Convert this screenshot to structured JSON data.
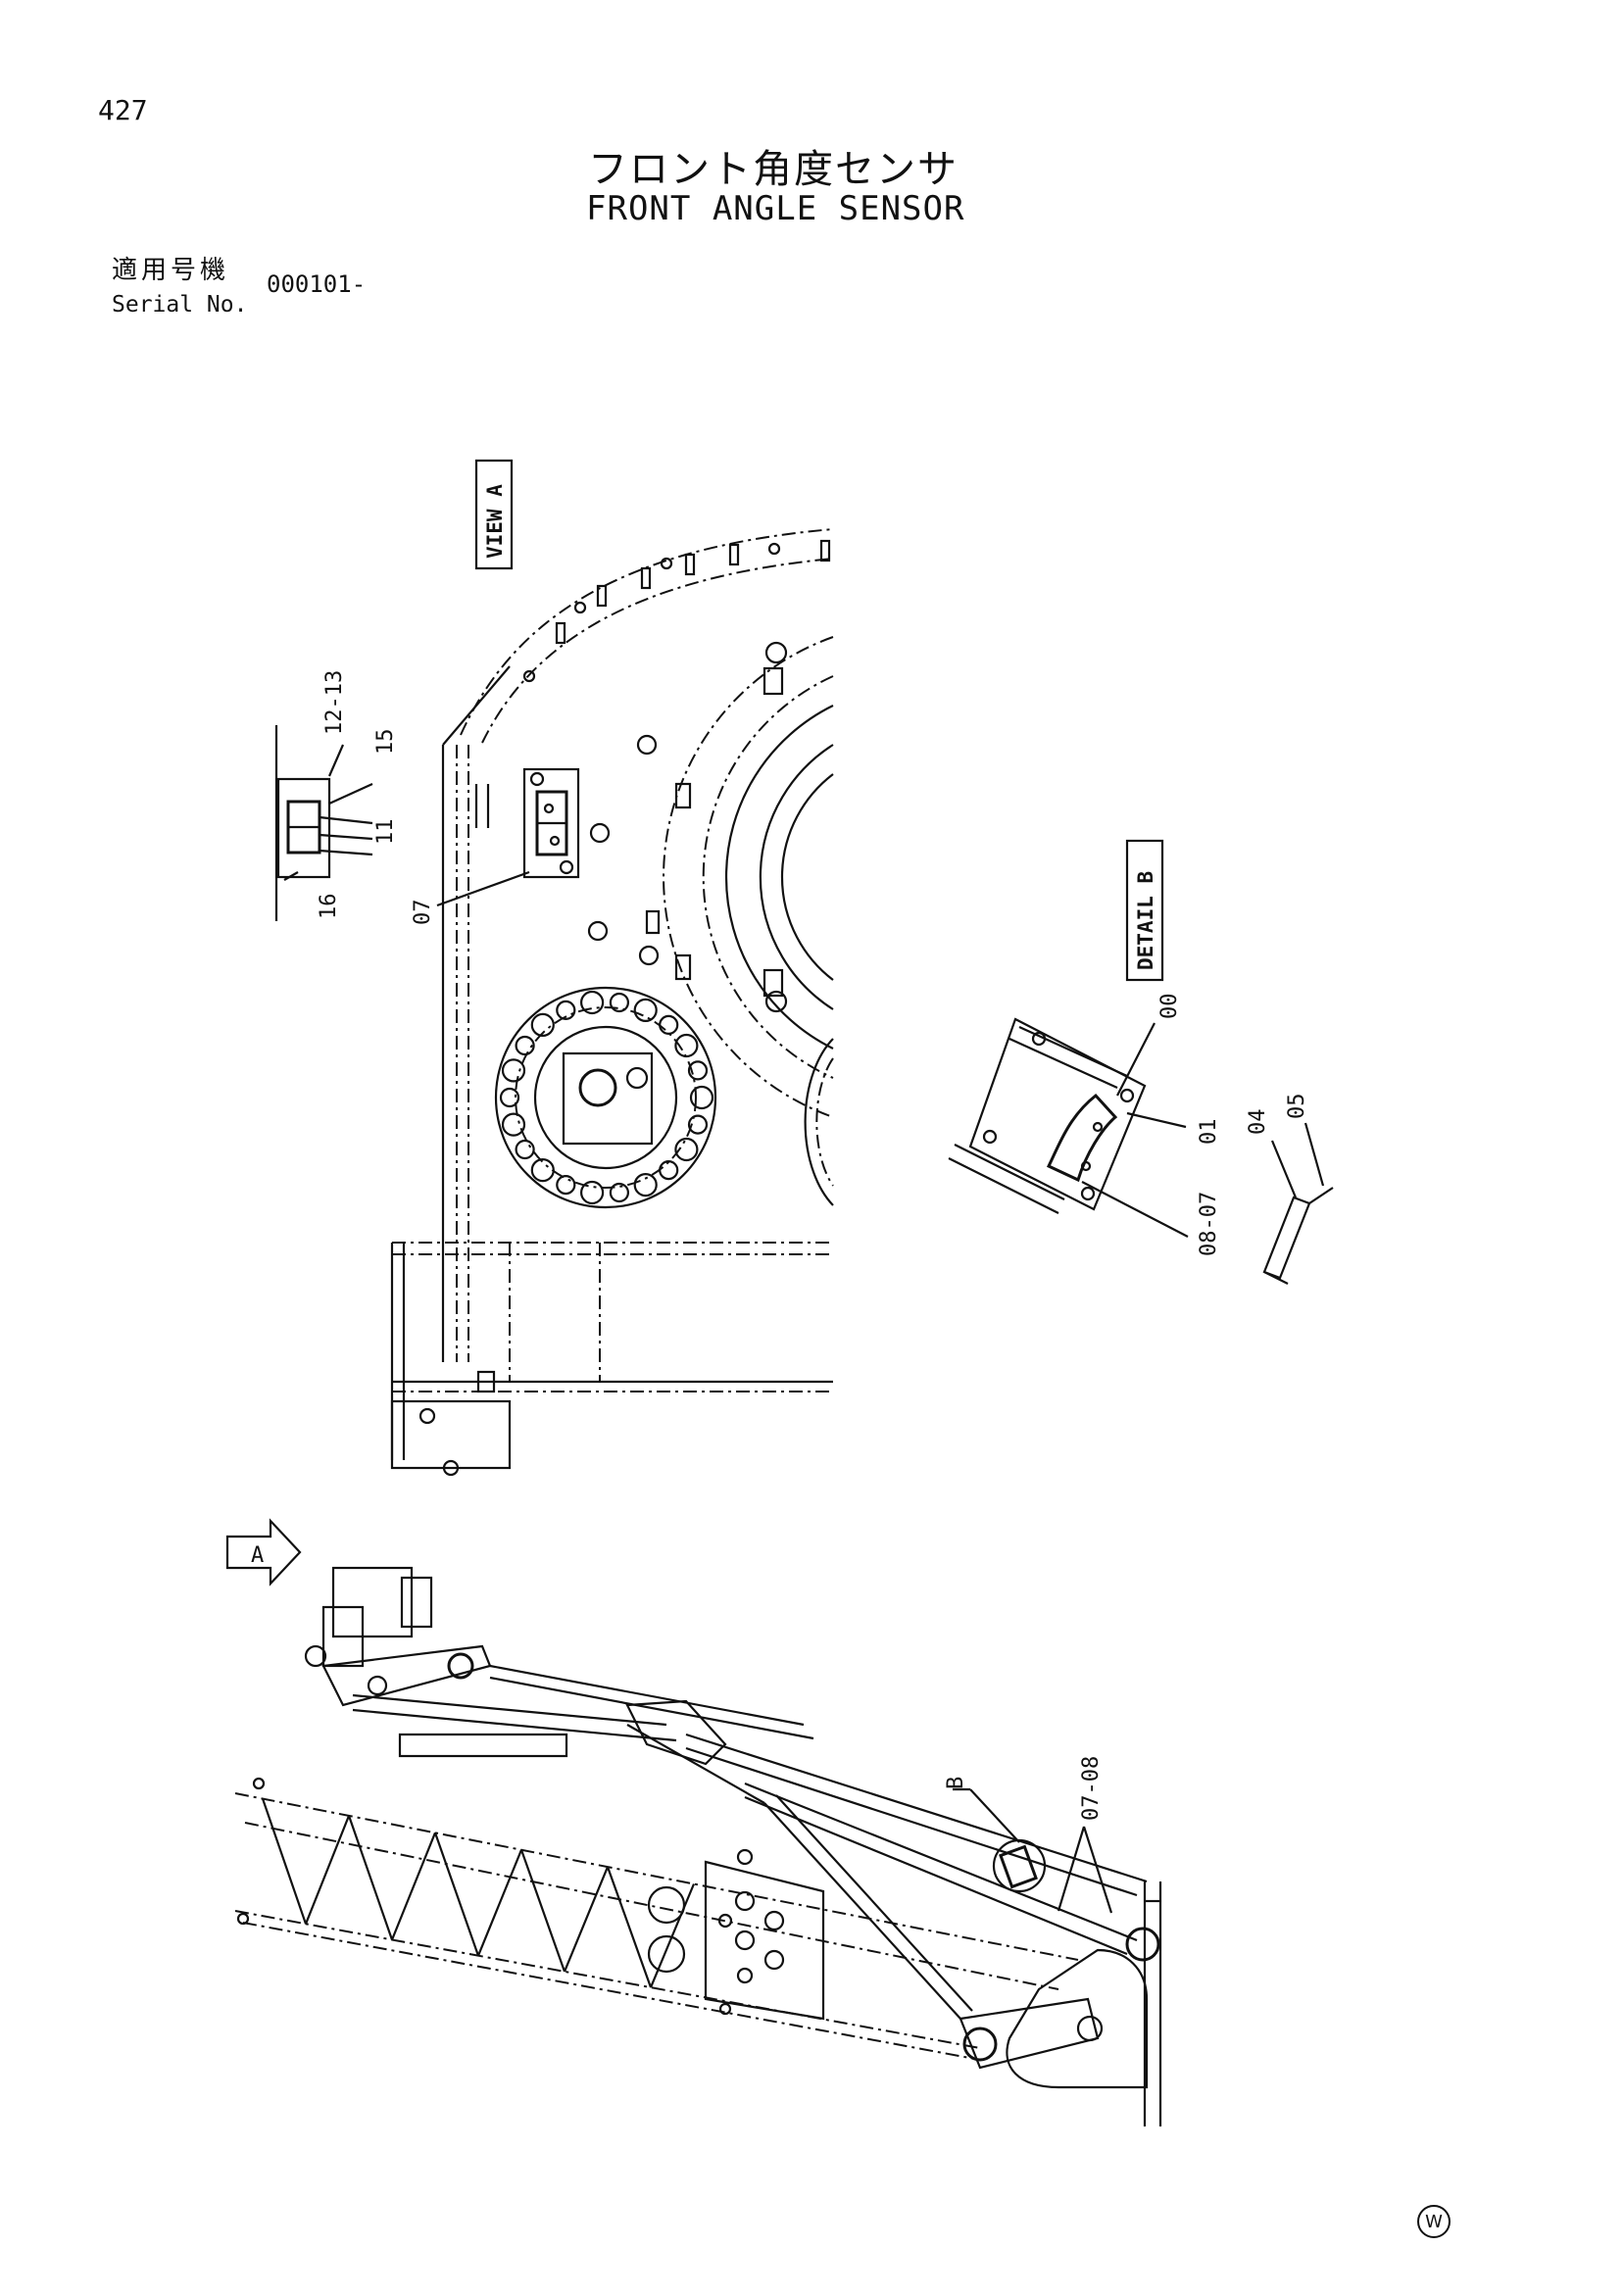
{
  "page": {
    "number": "427"
  },
  "title": {
    "jp": "フロント角度センサ",
    "en": "FRONT ANGLE SENSOR"
  },
  "serial": {
    "label_jp": "適用号機",
    "label_en": "Serial No.",
    "value": "000101-"
  },
  "views": {
    "view_a": "VIEW A",
    "detail_b": "DETAIL B",
    "arrow_a": "A",
    "callout_b": "B"
  },
  "callouts": {
    "c12_13": "12-13",
    "c15": "15",
    "c11": "11",
    "c16": "16",
    "c07": "07",
    "c00": "00",
    "c01": "01",
    "c08_07": "08-07",
    "c04": "04",
    "c05": "05",
    "c07_08": "07-08"
  },
  "mark": "W"
}
